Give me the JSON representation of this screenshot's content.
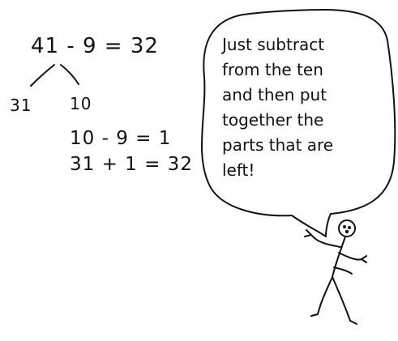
{
  "math": {
    "main_equation": "41 - 9 = 32",
    "split_left": "31",
    "split_right": "10",
    "step1": "10 - 9 = 1",
    "step2": "31 + 1 = 32"
  },
  "speech_bubble": {
    "lines": [
      "Just subtract",
      "from the ten",
      "and then put",
      "together the",
      "parts that are",
      "left!"
    ]
  },
  "figure": {
    "icon": "stick-figure"
  },
  "colors": {
    "ink": "#111111",
    "background": "#ffffff"
  }
}
